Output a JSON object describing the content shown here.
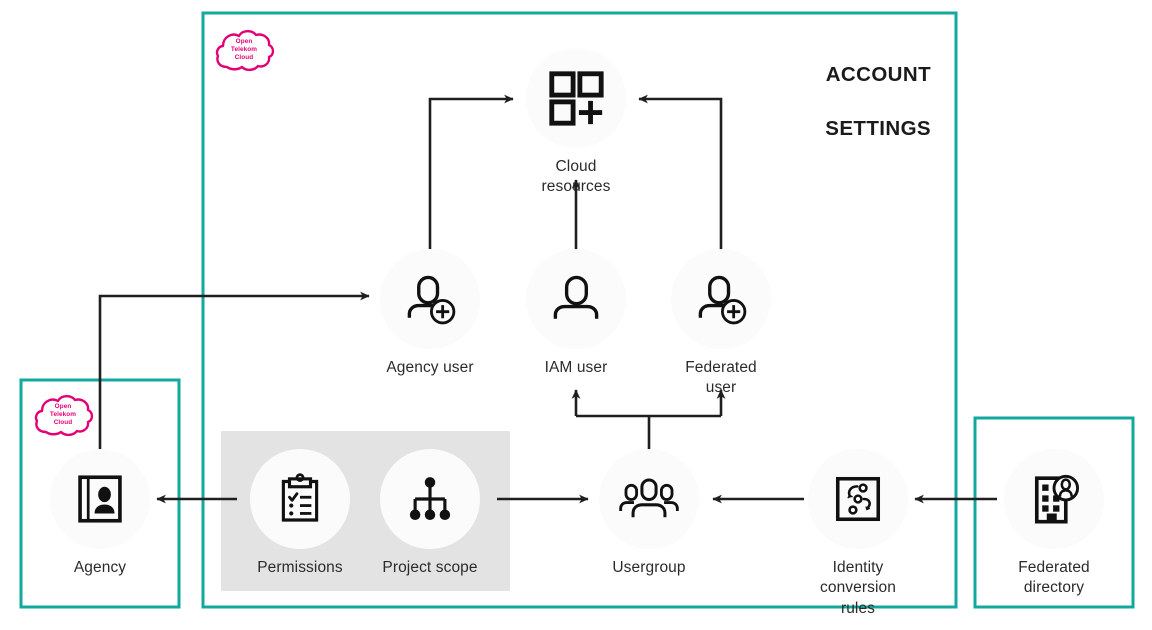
{
  "title": {
    "line1": "ACCOUNT",
    "line2": "SETTINGS",
    "full": "ACCOUNT\nSETTINGS"
  },
  "colors": {
    "teal_border": "#13a89e",
    "magenta_logo": "#e20074",
    "gray_panel": "#e3e3e3",
    "node_disc": "#fbfbfb",
    "line": "#1f1f1f",
    "text": "#2b2b2b"
  },
  "logos": [
    {
      "name": "open-telekom-cloud-logo-account",
      "line1": "Open",
      "line2": "Telekom",
      "line3": "Cloud"
    },
    {
      "name": "open-telekom-cloud-logo-agency",
      "line1": "Open",
      "line2": "Telekom",
      "line3": "Cloud"
    }
  ],
  "containers": {
    "account_settings": {
      "label": "ACCOUNT SETTINGS",
      "border_color": "#13a89e"
    },
    "agency_box": {
      "label": "Agency container",
      "border_color": "#13a89e"
    },
    "federated_box": {
      "label": "Federated directory container",
      "border_color": "#13a89e"
    },
    "permissions_panel": {
      "label": "Permissions and project scope group",
      "fill": "#e3e3e3"
    }
  },
  "nodes": [
    {
      "id": "cloud-resources",
      "label": "Cloud resources",
      "icon": "grid-plus-icon"
    },
    {
      "id": "agency-user",
      "label": "Agency user",
      "icon": "user-add-icon"
    },
    {
      "id": "iam-user",
      "label": "IAM user",
      "icon": "user-icon"
    },
    {
      "id": "federated-user",
      "label": "Federated user",
      "icon": "user-add-icon"
    },
    {
      "id": "agency",
      "label": "Agency",
      "icon": "id-card-icon"
    },
    {
      "id": "permissions",
      "label": "Permissions",
      "icon": "clipboard-check-icon"
    },
    {
      "id": "project-scope",
      "label": "Project scope",
      "icon": "hierarchy-icon"
    },
    {
      "id": "usergroup",
      "label": "Usergroup",
      "icon": "users-group-icon"
    },
    {
      "id": "identity-rules",
      "label": "Identity\nconversion rules",
      "icon": "conversion-rules-icon"
    },
    {
      "id": "federated-dir",
      "label": "Federated\ndirectory",
      "icon": "building-user-icon"
    }
  ],
  "connections": [
    {
      "from": "agency-user",
      "to": "cloud-resources",
      "style": "elbow"
    },
    {
      "from": "iam-user",
      "to": "cloud-resources",
      "style": "straight"
    },
    {
      "from": "federated-user",
      "to": "cloud-resources",
      "style": "elbow"
    },
    {
      "from": "usergroup",
      "to": "iam-user",
      "style": "split"
    },
    {
      "from": "usergroup",
      "to": "federated-user",
      "style": "split"
    },
    {
      "from": "agency",
      "to": "agency-user",
      "style": "elbow"
    },
    {
      "from": "permissions-panel",
      "to": "agency",
      "style": "straight"
    },
    {
      "from": "permissions-panel",
      "to": "usergroup",
      "style": "straight"
    },
    {
      "from": "identity-rules",
      "to": "usergroup",
      "style": "straight"
    },
    {
      "from": "federated-dir",
      "to": "identity-rules",
      "style": "straight"
    }
  ]
}
